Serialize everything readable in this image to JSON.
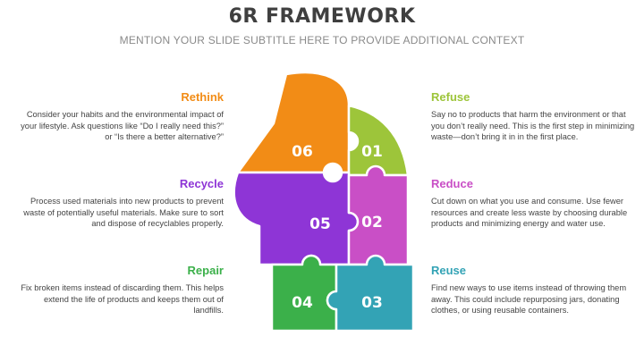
{
  "title": "6R FRAMEWORK",
  "subtitle": "MENTION YOUR SLIDE SUBTITLE HERE TO PROVIDE ADDITIONAL CONTEXT",
  "pieces": [
    {
      "number": "01",
      "color": "#9dc53a"
    },
    {
      "number": "02",
      "color": "#c94fc6"
    },
    {
      "number": "03",
      "color": "#33a3b5"
    },
    {
      "number": "04",
      "color": "#3bb04a"
    },
    {
      "number": "05",
      "color": "#8e35d6"
    },
    {
      "number": "06",
      "color": "#f28c16"
    }
  ],
  "items": {
    "rethink": {
      "title": "Rethink",
      "color": "#f28c16",
      "text": "Consider your habits and the environmental impact of your lifestyle. Ask questions like “Do I really need this?” or “Is there a better alternative?”"
    },
    "recycle": {
      "title": "Recycle",
      "color": "#8e35d6",
      "text": "Process used materials into new products to prevent waste of potentially useful materials. Make sure to sort and dispose of recyclables properly."
    },
    "repair": {
      "title": "Repair",
      "color": "#3bb04a",
      "text": "Fix broken items instead of discarding them. This helps extend the life of products and keeps them out of landfills."
    },
    "refuse": {
      "title": "Refuse",
      "color": "#9dc53a",
      "text": "Say no to products that harm the environment or that you don’t really need. This is the first step in minimizing waste—don’t bring it in in the first place."
    },
    "reduce": {
      "title": "Reduce",
      "color": "#c94fc6",
      "text": "Cut down on what you use and consume. Use fewer resources and create less waste by choosing durable products and minimizing energy and water use."
    },
    "reuse": {
      "title": "Reuse",
      "color": "#33a3b5",
      "text": "Find new ways to use items instead of throwing them away. This could include repurposing jars, donating clothes, or using reusable containers."
    }
  }
}
